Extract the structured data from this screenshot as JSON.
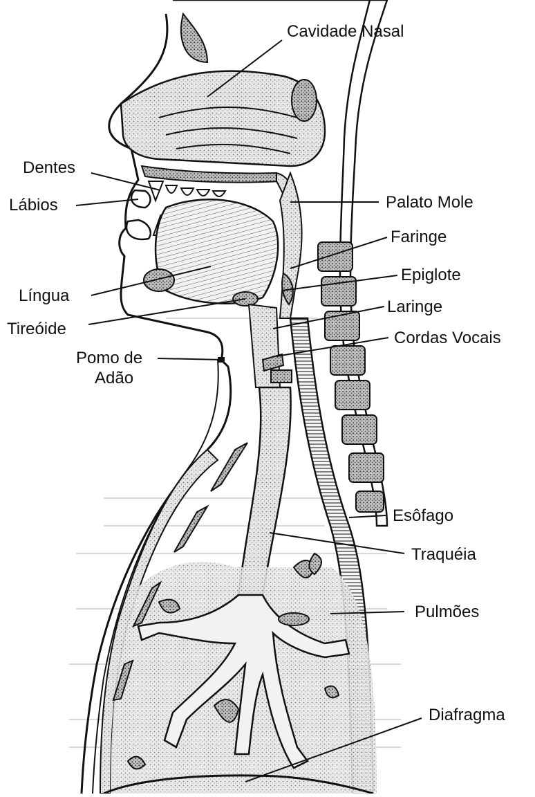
{
  "labels": {
    "cavidade_nasal": "Cavidade Nasal",
    "dentes": "Dentes",
    "labios": "Lábios",
    "palato_mole": "Palato Mole",
    "faringe": "Faringe",
    "epiglote": "Epiglote",
    "lingua": "Língua",
    "laringe": "Laringe",
    "tireoide": "Tireóide",
    "cordas_vocais": "Cordas Vocais",
    "pomo_de": "Pomo de",
    "adao": "Adão",
    "esofago": "Esôfago",
    "traqueia": "Traquéia",
    "pulmoes": "Pulmões",
    "diafragma": "Diafragma"
  },
  "colors": {
    "line": "#111111",
    "tissue": "#d8d8d8",
    "bg": "#ffffff"
  }
}
